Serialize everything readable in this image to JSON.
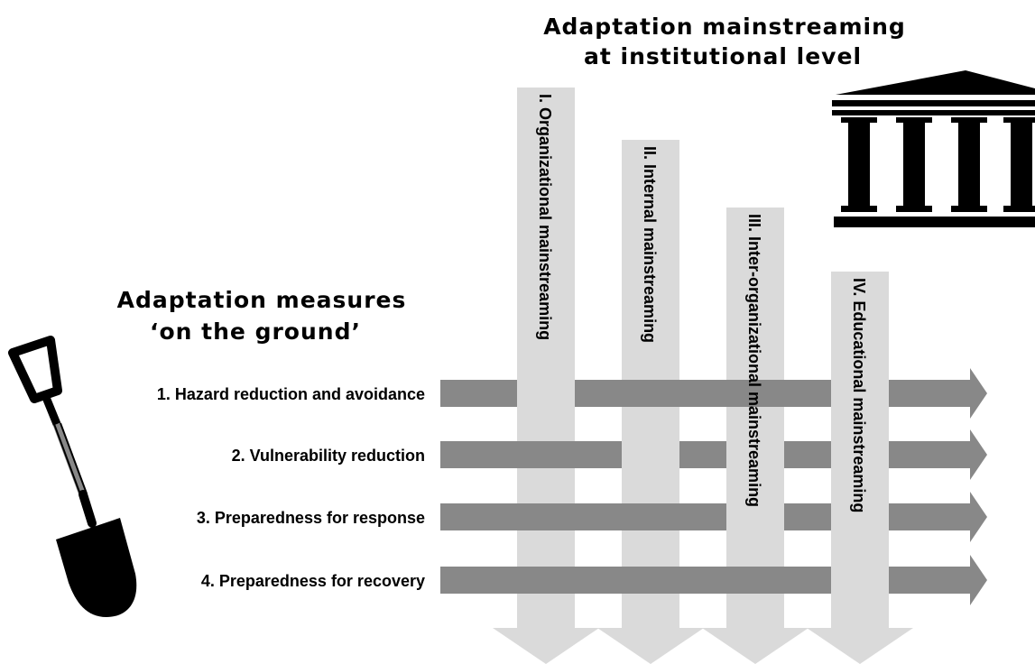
{
  "colors": {
    "horizontal_arrow": "#888888",
    "vertical_arrow": "#dadada",
    "icon": "#000000",
    "background": "#ffffff"
  },
  "institutional": {
    "title_line1": "Adaptation mainstreaming",
    "title_line2": "at institutional level",
    "icon": "institution-building-icon"
  },
  "ground": {
    "title_line1": "Adaptation measures",
    "title_line2": "‘on the ground’",
    "icon": "shovel-icon"
  },
  "measures": [
    {
      "label": "1. Hazard reduction and avoidance"
    },
    {
      "label": "2. Vulnerability reduction"
    },
    {
      "label": "3. Preparedness for response"
    },
    {
      "label": "4. Preparedness for recovery"
    }
  ],
  "mainstreaming": [
    {
      "label": "I. Organizational mainstreaming"
    },
    {
      "label": "II. Internal mainstreaming"
    },
    {
      "label": "III. Inter-organizational mainstreaming"
    },
    {
      "label": "IV. Educational mainstreaming"
    }
  ]
}
